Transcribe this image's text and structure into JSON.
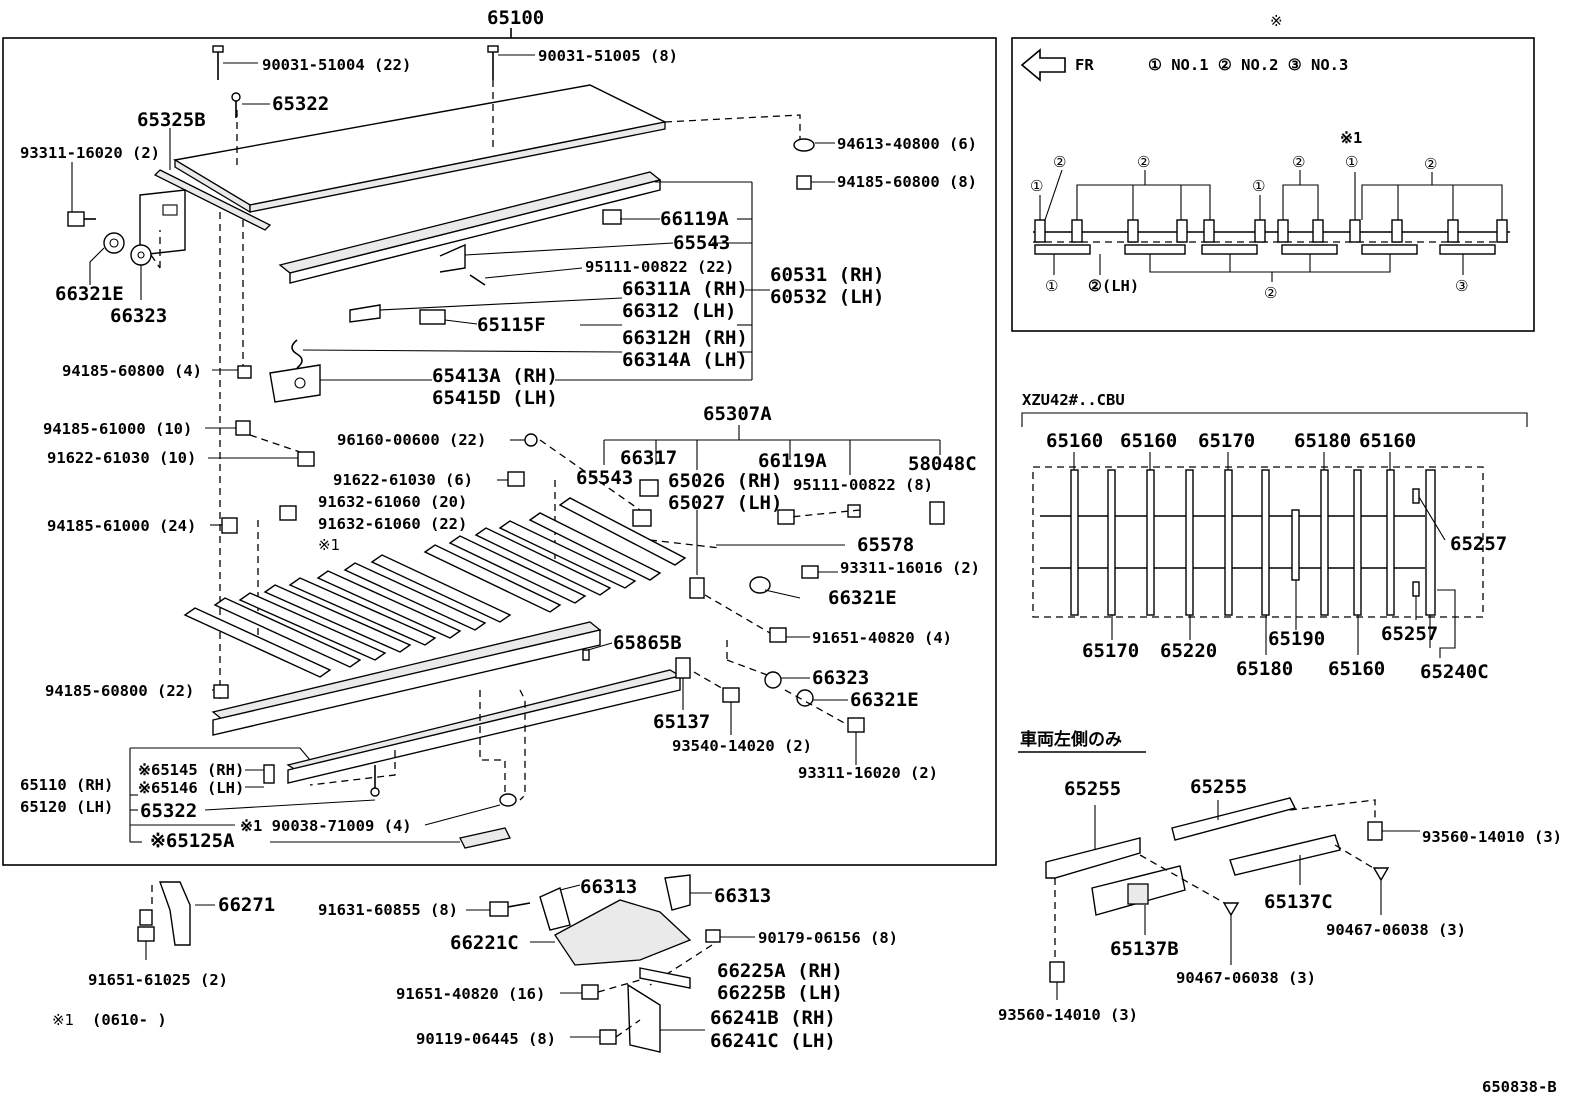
{
  "diagram": {
    "main_assembly": "65100",
    "drawing_code": "650838-B",
    "footnote_marker": "※1",
    "footnote_range": "(0610-      )",
    "labels_main": [
      "90031-51004 (22)",
      "90031-51005 (8)",
      "65322",
      "65325B",
      "93311-16020 (2)",
      "66321E",
      "66323",
      "94613-40800 (6)",
      "94185-60800 (8)",
      "66119A",
      "65543",
      "95111-00822 (22)",
      "60531 (RH)",
      "60532 (LH)",
      "66311A (RH)",
      "66312 (LH)",
      "65115F",
      "66312H (RH)",
      "66314A (LH)",
      "94185-60800 (4)",
      "65413A (RH)",
      "65415D (LH)",
      "65307A",
      "94185-61000 (10)",
      "96160-00600 (22)",
      "65543",
      "66317",
      "66119A",
      "58048C",
      "91622-61030 (10)",
      "91622-61030 (6)",
      "65026 (RH)",
      "65027 (LH)",
      "95111-00822 (8)",
      "91632-61060 (20)",
      "91632-61060 (22)",
      "94185-61000 (24)",
      "※1",
      "65578",
      "93311-16016 (2)",
      "66321E",
      "91651-40820 (4)",
      "65865B",
      "94185-60800 (22)",
      "66323",
      "65137",
      "66321E",
      "93540-14020 (2)",
      "93311-16020 (2)",
      "※65145 (RH)",
      "※65146 (LH)",
      "65110 (RH)",
      "65120 (LH)",
      "65322",
      "※1  90038-71009 (4)",
      "※65125A"
    ],
    "labels_bottom": [
      "66271",
      "91651-61025 (2)",
      "66313",
      "66313",
      "91631-60855 (8)",
      "66221C",
      "90179-06156 (8)",
      "66225A (RH)",
      "66225B (LH)",
      "91651-40820 (16)",
      "66241B (RH)",
      "66241C (LH)",
      "90119-06445 (8)"
    ],
    "inset_top": {
      "title": "※",
      "direction": "FR",
      "legend": "① NO.1  ② NO.2  ③ NO.3",
      "marker": "※1",
      "labels": [
        "②",
        "①",
        "②",
        "①",
        "②",
        "①",
        "②",
        "①",
        "②(LH)",
        "②",
        "③"
      ]
    },
    "inset_mid": {
      "title": "XZU42#..CBU",
      "top_labels": [
        "65160",
        "65160",
        "65170",
        "65180",
        "65160"
      ],
      "bottom_labels": [
        "65170",
        "65220",
        "65180",
        "65190",
        "65160",
        "65257",
        "65240C"
      ],
      "side_label": "65257"
    },
    "inset_bottom": {
      "title": "車両左側のみ",
      "labels": [
        "65255",
        "65255",
        "93560-14010 (3)",
        "65137C",
        "65137B",
        "90467-06038 (3)",
        "90467-06038 (3)",
        "93560-14010 (3)"
      ]
    }
  }
}
